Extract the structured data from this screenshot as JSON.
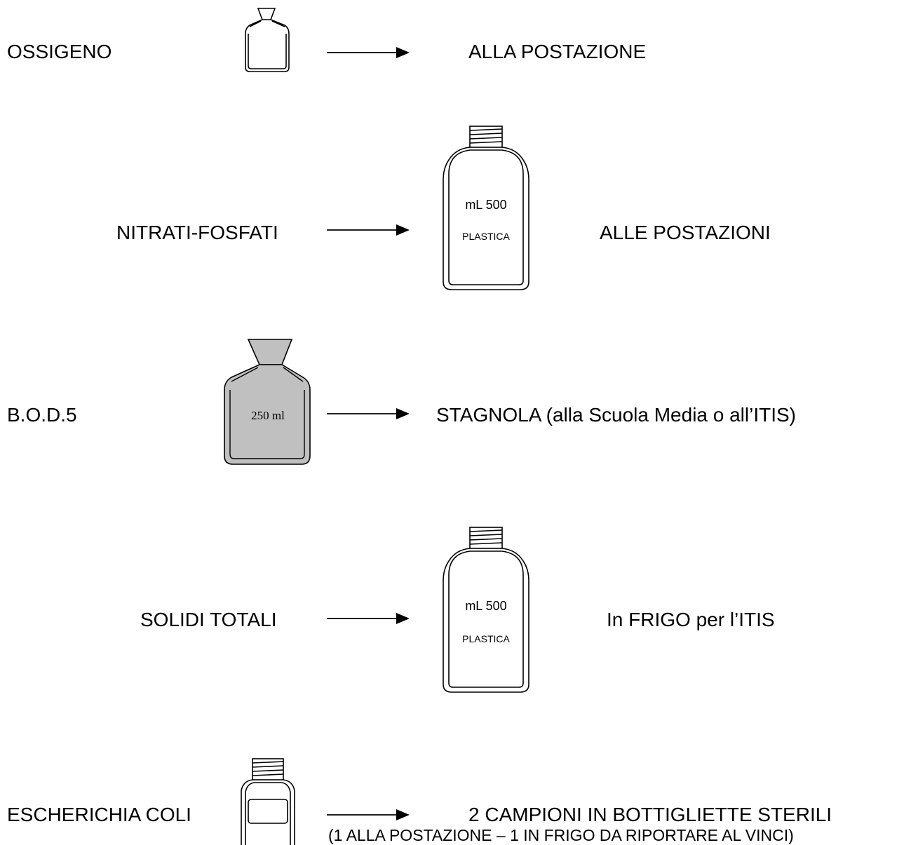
{
  "rows": [
    {
      "parameter": "OSSIGENO",
      "destination": "ALLA POSTAZIONE",
      "bottle": "bod-bottle-icon"
    },
    {
      "parameter": "NITRATI-FOSFATI",
      "destination": "ALLE POSTAZIONI",
      "bottle": "plastic-bottle-icon",
      "bottle_volume": "mL 500",
      "bottle_material": "PLASTICA"
    },
    {
      "parameter": "B.O.D.5",
      "destination": "STAGNOLA (alla Scuola Media o all’ITIS)",
      "bottle": "bod-bottle-icon",
      "bottle_volume": "250 ml",
      "bottle_fill": "#c0c0c0"
    },
    {
      "parameter": "SOLIDI TOTALI",
      "destination": "In  FRIGO per l’ITIS",
      "bottle": "plastic-bottle-icon",
      "bottle_volume": "mL 500",
      "bottle_material": "PLASTICA"
    },
    {
      "parameter": "ESCHERICHIA  COLI",
      "destination": "2 CAMPIONI  IN BOTTIGLIETTE STERILI",
      "destination_note": "(1 ALLA POSTAZIONE – 1 IN FRIGO DA RIPORTARE  AL VINCI)",
      "bottle": "sterile-bottle-icon"
    }
  ]
}
